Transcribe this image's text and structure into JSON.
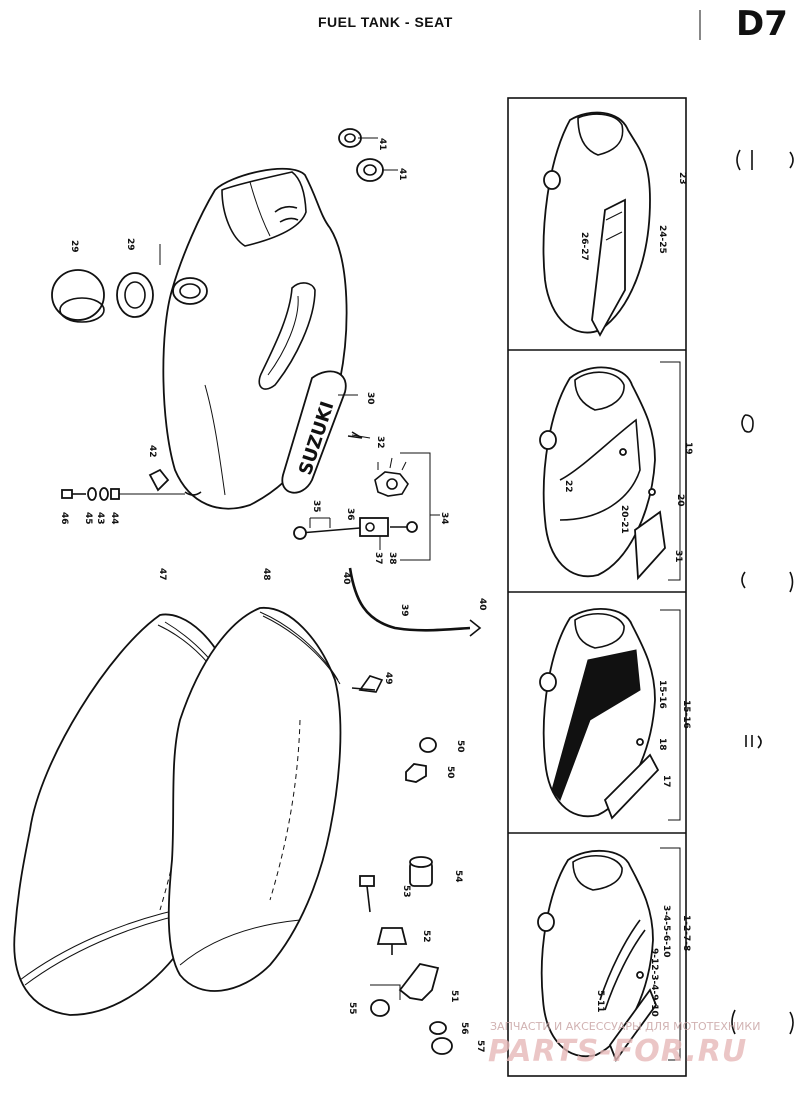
{
  "header": {
    "title": "FUEL TANK - SEAT",
    "page_code": "D7"
  },
  "callouts": {
    "41a": "41",
    "41b": "41",
    "29a": "29",
    "29b": "29",
    "30": "30",
    "32": "32",
    "34": "34",
    "35": "35",
    "36": "36",
    "37": "37",
    "38": "38",
    "39": "39",
    "40": "40",
    "42": "42",
    "43": "43",
    "44": "44",
    "45": "45",
    "46": "46",
    "47": "47",
    "48": "48",
    "49": "49",
    "50a": "50",
    "50b": "50",
    "p1_23": "23",
    "p1_2627": "26-27",
    "p1_2425": "24-25",
    "p2_19": "19",
    "p2_22": "22",
    "p2_20": "20",
    "p2_2021": "20-21",
    "p2_31": "31",
    "p3_1516": "15-16",
    "p3_1516b": "15-16",
    "p3_18": "18",
    "p3_17": "17",
    "p4_1278": "1-2-7-8",
    "p4_3456": "3-4-5-6-10",
    "p4_9": "9-12-3-4-9-10",
    "p4_511": "5-11",
    "seat_54": "54",
    "seat_53": "53",
    "seat_52": "52",
    "seat_51": "51",
    "seat_55": "55",
    "seat_56": "56",
    "seat_57": "57"
  },
  "emblem": "SUZUKI",
  "watermark": {
    "line1": "ЗАПЧАСТИ И АКСЕССУАРЫ ДЛЯ МОТОТЕХНИКИ",
    "line2": "PARTS-FOR.RU"
  }
}
